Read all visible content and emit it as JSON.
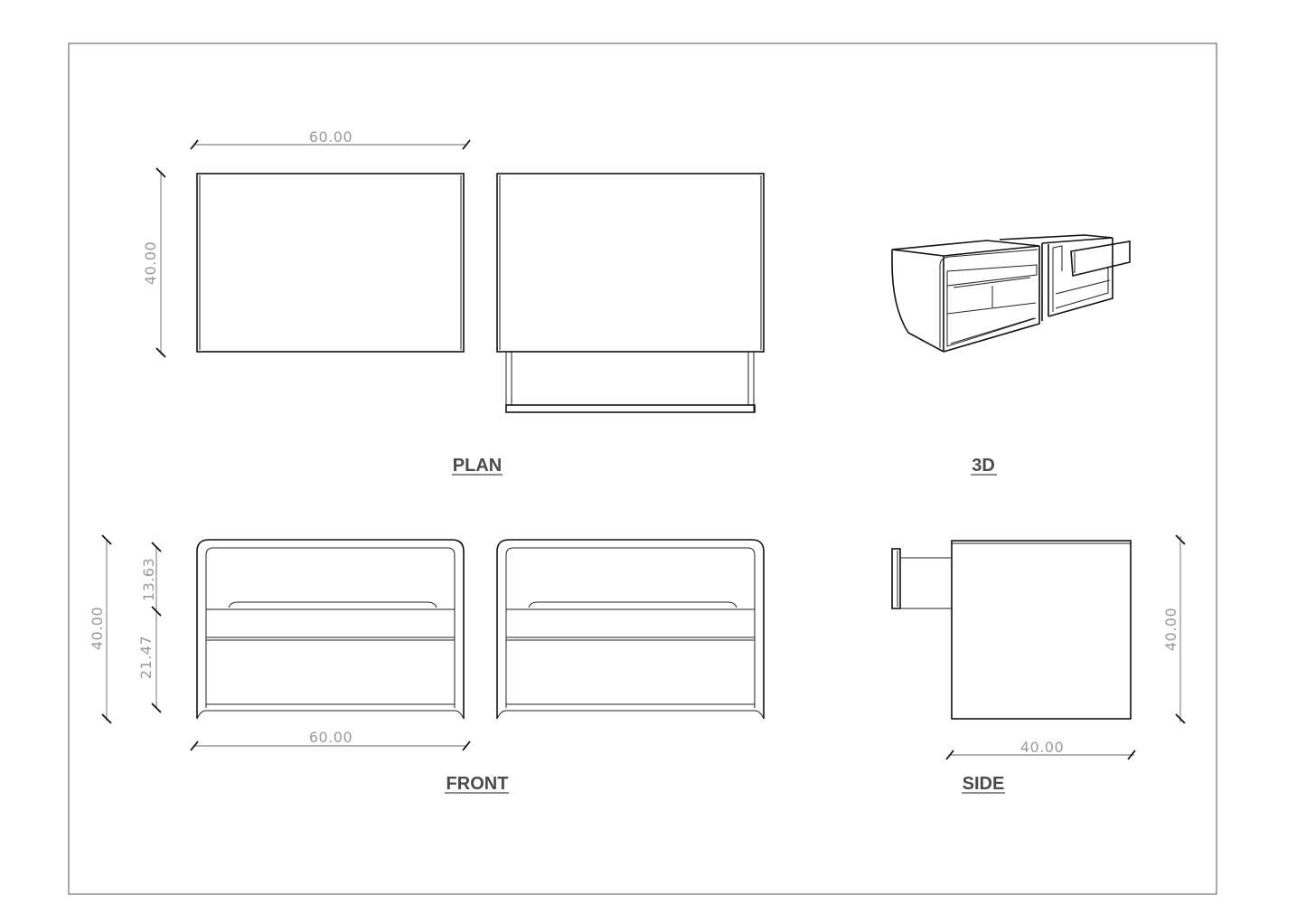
{
  "views": {
    "plan": {
      "title": "PLAN",
      "width_label": "60.00",
      "depth_label": "40.00"
    },
    "three_d": {
      "title": "3D"
    },
    "front": {
      "title": "FRONT",
      "width_label": "60.00",
      "height_label": "40.00",
      "upper_label": "13.63",
      "lower_label": "21.47"
    },
    "side": {
      "title": "SIDE",
      "width_label": "40.00",
      "height_label": "40.00"
    }
  },
  "colors": {
    "line": "#111111",
    "dimension_text": "#9a9a9a",
    "title": "#4a4a4a",
    "frame": "#555555"
  }
}
